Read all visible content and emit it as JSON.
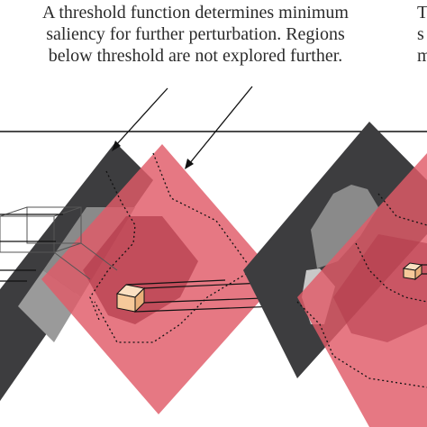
{
  "caption": {
    "main_lines": [
      "A threshold function determines minimum",
      "saliency for further perturbation. Regions",
      "below threshold are not explored further."
    ],
    "right_lines": [
      "T",
      "s",
      "m"
    ]
  },
  "colors": {
    "dark_layer": "#3d3d3f",
    "mid_gray": "#8a8a8a",
    "light_gray": "#c8c8c8",
    "red_layer": "#e05a68",
    "red_dark_region": "#b23a4a",
    "probe_fill": "#f6c99a",
    "line": "#111111"
  }
}
